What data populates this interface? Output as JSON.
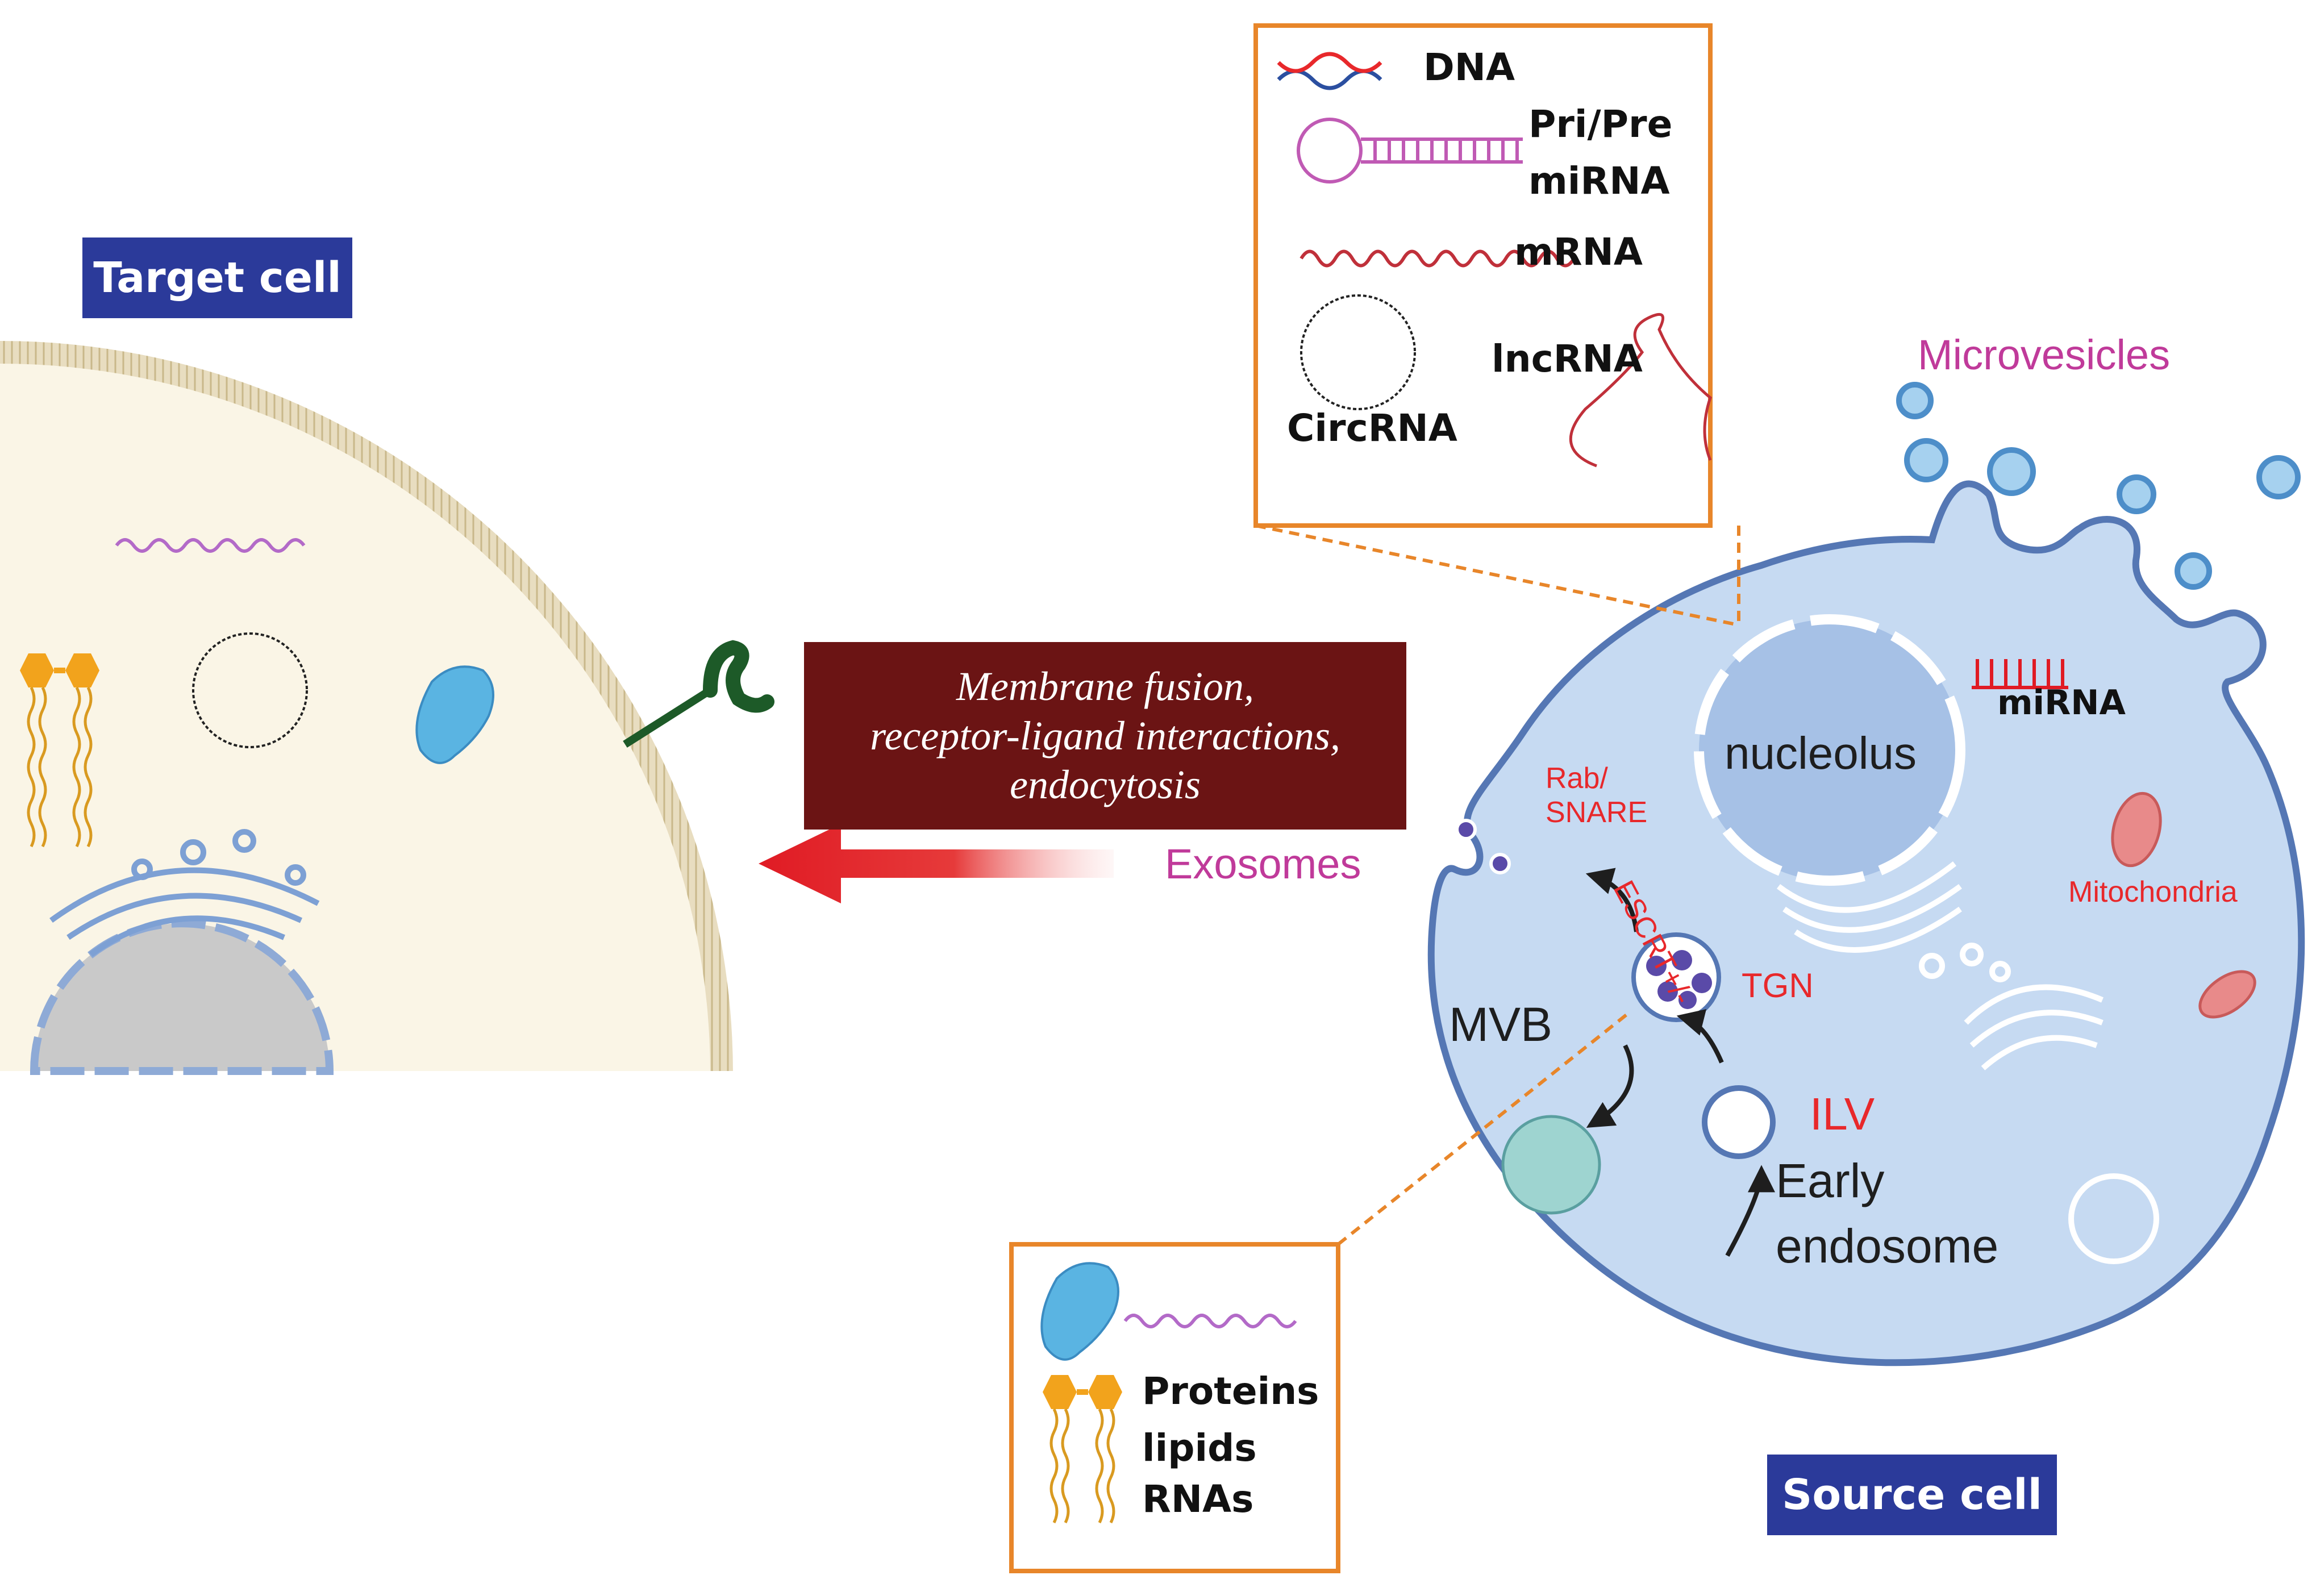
{
  "labels": {
    "target_cell": "Target cell",
    "source_cell": "Source cell",
    "microvesicles": "Microvesicles",
    "exosomes": "Exosomes",
    "nucleolus": "nucleolus",
    "mirna": "miRNA",
    "mitochondria": "Mitochondria",
    "tgn": "TGN",
    "rab_snare_1": "Rab/",
    "rab_snare_2": "SNARE",
    "escrt": "ESCRT+/-",
    "mvb": "MVB",
    "ilv": "ILV",
    "early_endosome_1": "Early",
    "early_endosome_2": "endosome"
  },
  "mechanism": {
    "line1": "Membrane fusion,",
    "line2": "receptor-ligand interactions,",
    "line3": "endocytosis"
  },
  "rna_legend": {
    "dna": "DNA",
    "pri_pre_1": "Pri/Pre",
    "pri_pre_2": "miRNA",
    "mrna": "mRNA",
    "lncrna": "lncRNA",
    "circrna": "CircRNA"
  },
  "cargo_legend": {
    "proteins": "Proteins",
    "lipids": "lipids",
    "rnas": "RNAs"
  },
  "colors": {
    "target_cytoplasm": "#faf5e6",
    "source_cytoplasm": "#c6daf2",
    "membrane": "#5577b4",
    "accent_orange": "#e8862a",
    "label_blue": "#2b3a9a",
    "mechanism_red": "#6b1414",
    "arrow_red": "#e01b24",
    "magenta_text": "#c03a9a",
    "red_text": "#e8282b"
  }
}
